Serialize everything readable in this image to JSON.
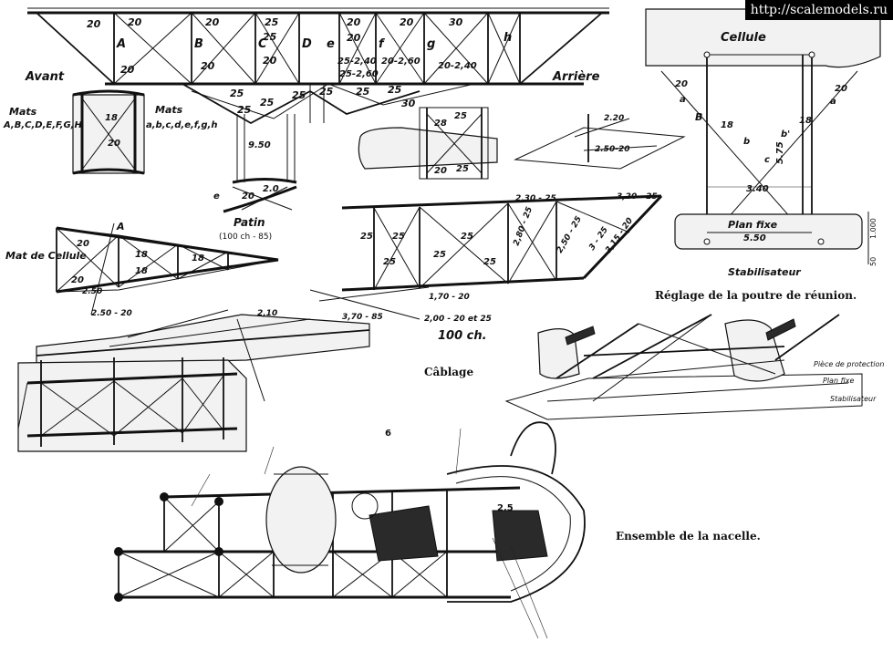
{
  "source": {
    "watermark": "http://scalemodels.ru"
  },
  "elevation": {
    "avant": "Avant",
    "arriere": "Arrière",
    "bay_letters": [
      "A",
      "B",
      "C",
      "D",
      "e",
      "f",
      "g",
      "h"
    ],
    "wire_labels": [
      "20",
      "20",
      "20",
      "25",
      "20",
      "20",
      "30",
      "20",
      "20",
      "20",
      "20",
      "25",
      "25",
      "25",
      "25",
      "25",
      "25",
      "25",
      "25",
      "30",
      "25-2,40",
      "20-2,60",
      "20-2,40",
      "25-2,60"
    ]
  },
  "struts": {
    "mats_upper": "Mats",
    "mats_upper_list": "A,B,C,D,E,F,G,H",
    "mats_lower": "Mats",
    "mats_lower_list": "a,b,c,d,e,f,g,h",
    "wire_a": "18",
    "wire_b": "20"
  },
  "patin": {
    "label": "Patin",
    "sub": "(100 ch - 85)",
    "vals": [
      "9.50",
      "20",
      "2.0",
      "e"
    ]
  },
  "cellule_section": {
    "title": "Cellule",
    "plan_fixe": "Plan fixe",
    "span": "5.50",
    "stabilisateur": "Stabilisateur",
    "gap": "3.40",
    "height": "5.75",
    "labels": [
      "20",
      "a",
      "B",
      "18",
      "b",
      "b'",
      "18",
      "c",
      "20",
      "a",
      "1.000",
      "50"
    ]
  },
  "wing_panel": {
    "mat_label": "Mat de Cellule",
    "letter": "A",
    "vals": [
      "20",
      "20",
      "18",
      "18",
      "18",
      "2.50",
      "2.50 - 20"
    ]
  },
  "tail_boom": {
    "caption": "100 ch.",
    "vals": [
      "25",
      "25",
      "25",
      "25",
      "25",
      "25",
      "2,30 - 25",
      "3,20 - 25",
      "2,80 - 25",
      "2,50 - 25",
      "3 - 25",
      "3,15 - 20",
      "1,70 - 20",
      "2,00 - 20 et 25",
      "3,70 - 85"
    ]
  },
  "captions": {
    "cablage": "Câblage",
    "reglage": "Réglage de la poutre de réunion.",
    "nacelle": "Ensemble de la nacelle."
  },
  "reglage_labels": [
    "Plan fixe",
    "Stabilisateur",
    "Pièce de protection"
  ],
  "nacelle_numbers": [
    "6",
    "2.5"
  ]
}
